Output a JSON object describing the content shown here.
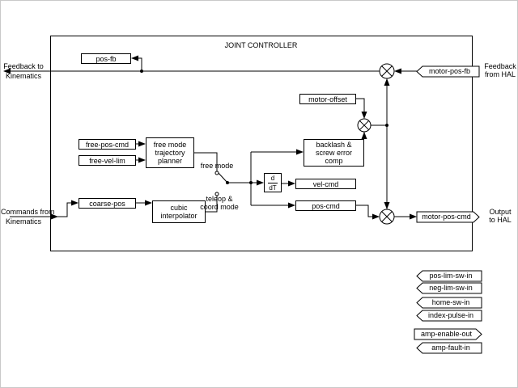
{
  "diagram": {
    "title": "JOINT CONTROLLER",
    "io_labels": {
      "feedback_to_kinematics": {
        "line1": "Feedback to",
        "line2": "Kinematics"
      },
      "commands_from_kinematics": {
        "line1": "Commands from",
        "line2": "Kinematics"
      },
      "feedback_from_hal": {
        "line1": "Feedback",
        "line2": "from HAL"
      },
      "output_to_hal": {
        "line1": "Output",
        "line2": "to HAL"
      }
    },
    "blocks": {
      "pos_fb": {
        "label": "pos-fb"
      },
      "free_pos_cmd": {
        "label": "free-pos-cmd"
      },
      "free_vel_lim": {
        "label": "free-vel-lim"
      },
      "trajectory_planner": {
        "line1": "free mode",
        "line2": "trajectory",
        "line3": "planner"
      },
      "coarse_pos": {
        "label": "coarse-pos"
      },
      "cubic_interpolator": {
        "line1": "cubic",
        "line2": "interpolator"
      },
      "motor_offset": {
        "label": "motor-offset"
      },
      "backlash_comp": {
        "line1": "backlash &",
        "line2": "screw error",
        "line3": "comp"
      },
      "derivative": {
        "numerator": "d",
        "denominator": "dT"
      },
      "vel_cmd": {
        "label": "vel-cmd"
      },
      "pos_cmd": {
        "label": "pos-cmd"
      }
    },
    "mode_labels": {
      "free_mode": "free mode",
      "teleop_coord": {
        "line1": "teleop &",
        "line2": "coord mode"
      }
    },
    "hal_pins": [
      {
        "name": "motor-pos-fb",
        "direction": "in"
      },
      {
        "name": "motor-pos-cmd",
        "direction": "out"
      },
      {
        "name": "pos-lim-sw-in",
        "direction": "in"
      },
      {
        "name": "neg-lim-sw-in",
        "direction": "in"
      },
      {
        "name": "home-sw-in",
        "direction": "in"
      },
      {
        "name": "index-pulse-in",
        "direction": "in"
      },
      {
        "name": "amp-enable-out",
        "direction": "out"
      },
      {
        "name": "amp-fault-in",
        "direction": "in"
      }
    ],
    "colors": {
      "line": "#000000",
      "background": "#ffffff"
    }
  }
}
